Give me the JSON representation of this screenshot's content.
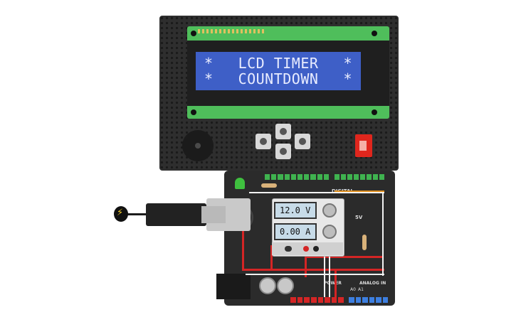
{
  "lcd": {
    "line1": {
      "left": "*",
      "text": "LCD TIMER",
      "right": "*"
    },
    "line2": {
      "left": "*",
      "text": "COUNTDOWN",
      "right": "*"
    }
  },
  "power_supply": {
    "voltage": "12.0 V",
    "current": "0.00 A"
  },
  "board_labels": {
    "digital": "DIGITAL",
    "power": "POWER",
    "analog_in": "ANALOG IN",
    "five_v": "5V",
    "a0": "A0",
    "a1": "A1"
  },
  "colors": {
    "lcd_pcb": "#4fbe5b",
    "lcd_screen": "#3e5fc7",
    "board": "#2b2b2b",
    "header_green": "#3fb34f",
    "header_red": "#d42525",
    "header_blue": "#3d7fe0",
    "wire_red": "#d42525"
  },
  "icons": [
    "usb-plug-icon",
    "lightning-icon",
    "asterisk-icon"
  ]
}
